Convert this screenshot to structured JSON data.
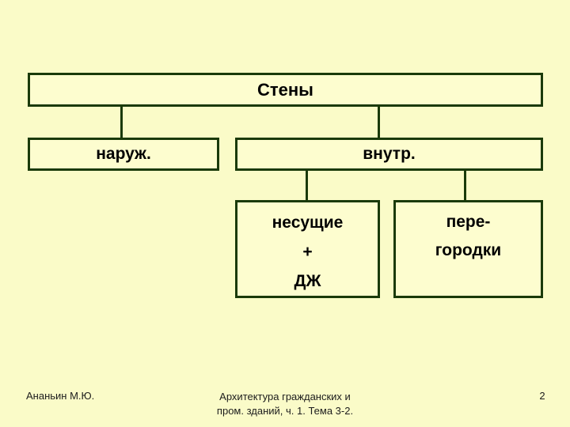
{
  "slide": {
    "colors": {
      "background": "#FAFBC8",
      "box_fill": "#FDFDCF",
      "box_border": "#1A3A0A",
      "box_text": "#000000",
      "footer_text": "#1C1C1C"
    },
    "diagram": {
      "root": {
        "label": "Стены"
      },
      "level1": [
        {
          "label": "наруж."
        },
        {
          "label": "внутр."
        }
      ],
      "level2": [
        {
          "lines": [
            "несущие",
            "+",
            "ДЖ"
          ]
        },
        {
          "lines": [
            "пере-",
            "городки"
          ]
        }
      ]
    },
    "footer": {
      "author": "Ананьин М.Ю.",
      "center_lines": [
        "Архитектура гражданских и",
        "пром. зданий, ч. 1. Тема 3-2."
      ],
      "page_number": "2"
    }
  }
}
